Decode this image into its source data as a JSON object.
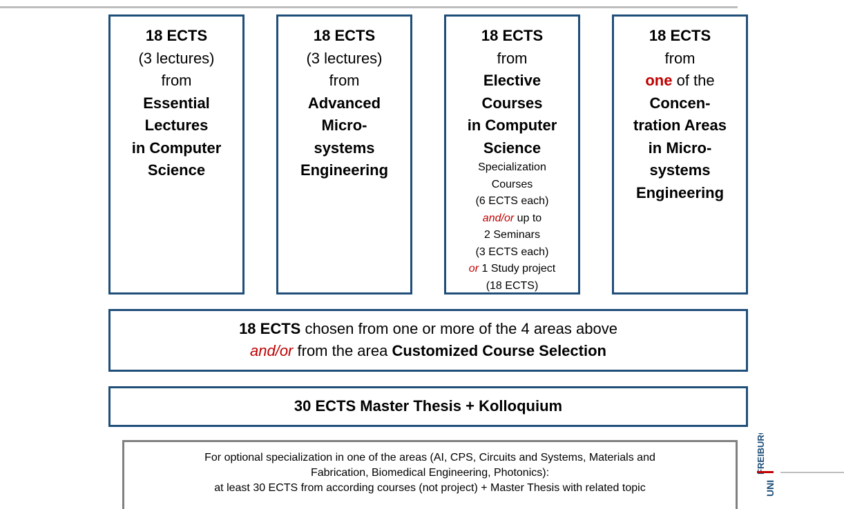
{
  "columns": [
    {
      "ects": "18 ECTS",
      "line2": "(3 lectures)",
      "line3": "from",
      "area": [
        "Essential",
        "Lectures",
        "in Computer",
        "Science"
      ]
    },
    {
      "ects": "18 ECTS",
      "line2": "(3 lectures)",
      "line3": "from",
      "area": [
        "Advanced",
        "Micro-",
        "systems",
        "Engineering"
      ]
    },
    {
      "ects": "18 ECTS",
      "line2": "from",
      "area": [
        "Elective",
        "Courses",
        "in Computer",
        "Science"
      ],
      "details": {
        "l1": "Specialization",
        "l2": "Courses",
        "l3": "(6 ECTS each)",
        "l4_em": "and/or",
        "l4_rest": " up to",
        "l5": "2  Seminars",
        "l6": "(3 ECTS each)",
        "l7_em": "or",
        "l7_rest": " 1 Study project",
        "l8": "(18 ECTS)"
      }
    },
    {
      "ects": "18 ECTS",
      "line2": "from",
      "line3_red": "one",
      "line3_rest": " of the",
      "area": [
        "Concen-",
        "tration Areas",
        "in Micro-",
        "systems",
        "Engineering"
      ]
    }
  ],
  "combined": {
    "ects": "18 ECTS",
    "line1_rest": " chosen from one or more of the 4 areas above",
    "line2_em": "and/or",
    "line2_mid": " from the area ",
    "line2_bold": "Customized Course Selection"
  },
  "thesis": {
    "label": "30 ECTS  Master Thesis + Kolloquium"
  },
  "note": {
    "line1": "For optional specialization in one of the areas (AI,  CPS, Circuits and Systems, Materials and",
    "line2": "Fabrication, Biomedical Engineering, Photonics):",
    "line3": "at least 30 ECTS from according courses (not project) + Master Thesis with related topic"
  },
  "logo": {
    "uni": "UNI",
    "city": "FREIBURG"
  },
  "colors": {
    "box_border": "#1f4e79",
    "accent_red": "#c00000",
    "note_border": "#808080",
    "rule": "#bdbdbd"
  }
}
